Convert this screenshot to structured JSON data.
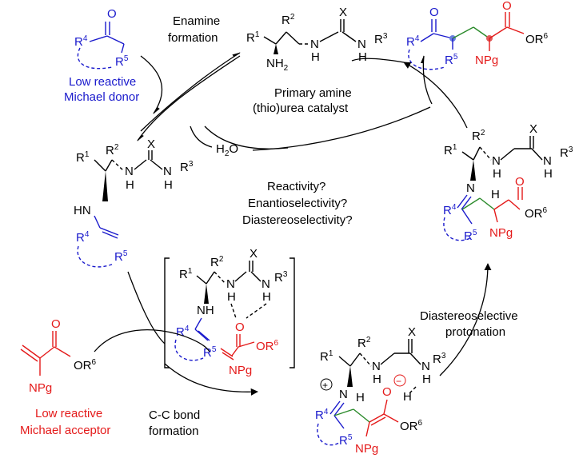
{
  "labels": {
    "enamine_formation_1": "Enamine",
    "enamine_formation_2": "formation",
    "donor_1": "Low reactive",
    "donor_2": "Michael donor",
    "catalyst_1": "Primary amine",
    "catalyst_2": "(thio)urea catalyst",
    "water": "H",
    "water_sub": "2",
    "water_o": "O",
    "questions_1": "Reactivity?",
    "questions_2": "Enantioselectivity?",
    "questions_3": "Diastereoselectivity?",
    "acceptor_1": "Low reactive",
    "acceptor_2": "Michael acceptor",
    "cc_1": "C-C bond",
    "cc_2": "formation",
    "protonation_1": "Diastereoselective",
    "protonation_2": "protonation"
  },
  "atoms": {
    "R": "R",
    "X": "X",
    "N": "N",
    "H": "H",
    "O": "O",
    "HN": "HN",
    "NH": "NH",
    "NH2": "NH",
    "two": "2",
    "one": "1",
    "three": "3",
    "four": "4",
    "five": "5",
    "six": "6",
    "NPg": "NPg",
    "OR": "OR",
    "plus": "+",
    "minus": "−"
  },
  "colors": {
    "donor": "#1a1acc",
    "acceptor": "#e41a1a",
    "new_bond": "#2a8a2a",
    "highlight_atom": "#6b7fe0"
  }
}
